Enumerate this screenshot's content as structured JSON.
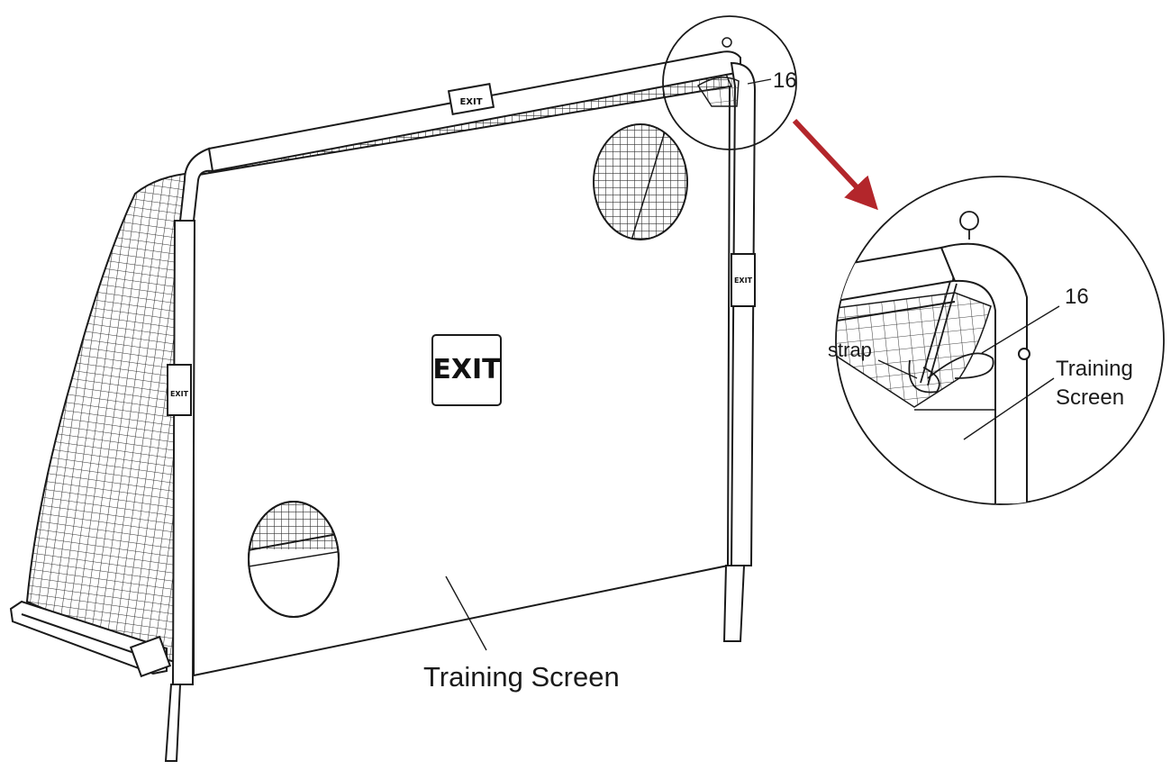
{
  "labels": {
    "main_screen": "Training Screen",
    "part_number_top": "16",
    "part_number_detail": "16",
    "strap": "strap",
    "detail_screen_line1": "Training",
    "detail_screen_line2": "Screen"
  },
  "logo": {
    "text": "EXIT",
    "small_logo_text": "EXIT"
  },
  "colors": {
    "arrow": "#b3262b",
    "line": "#1a1a1a",
    "net": "#333333"
  },
  "icons": {
    "zoom_arrow": "arrow-down-right-icon"
  }
}
